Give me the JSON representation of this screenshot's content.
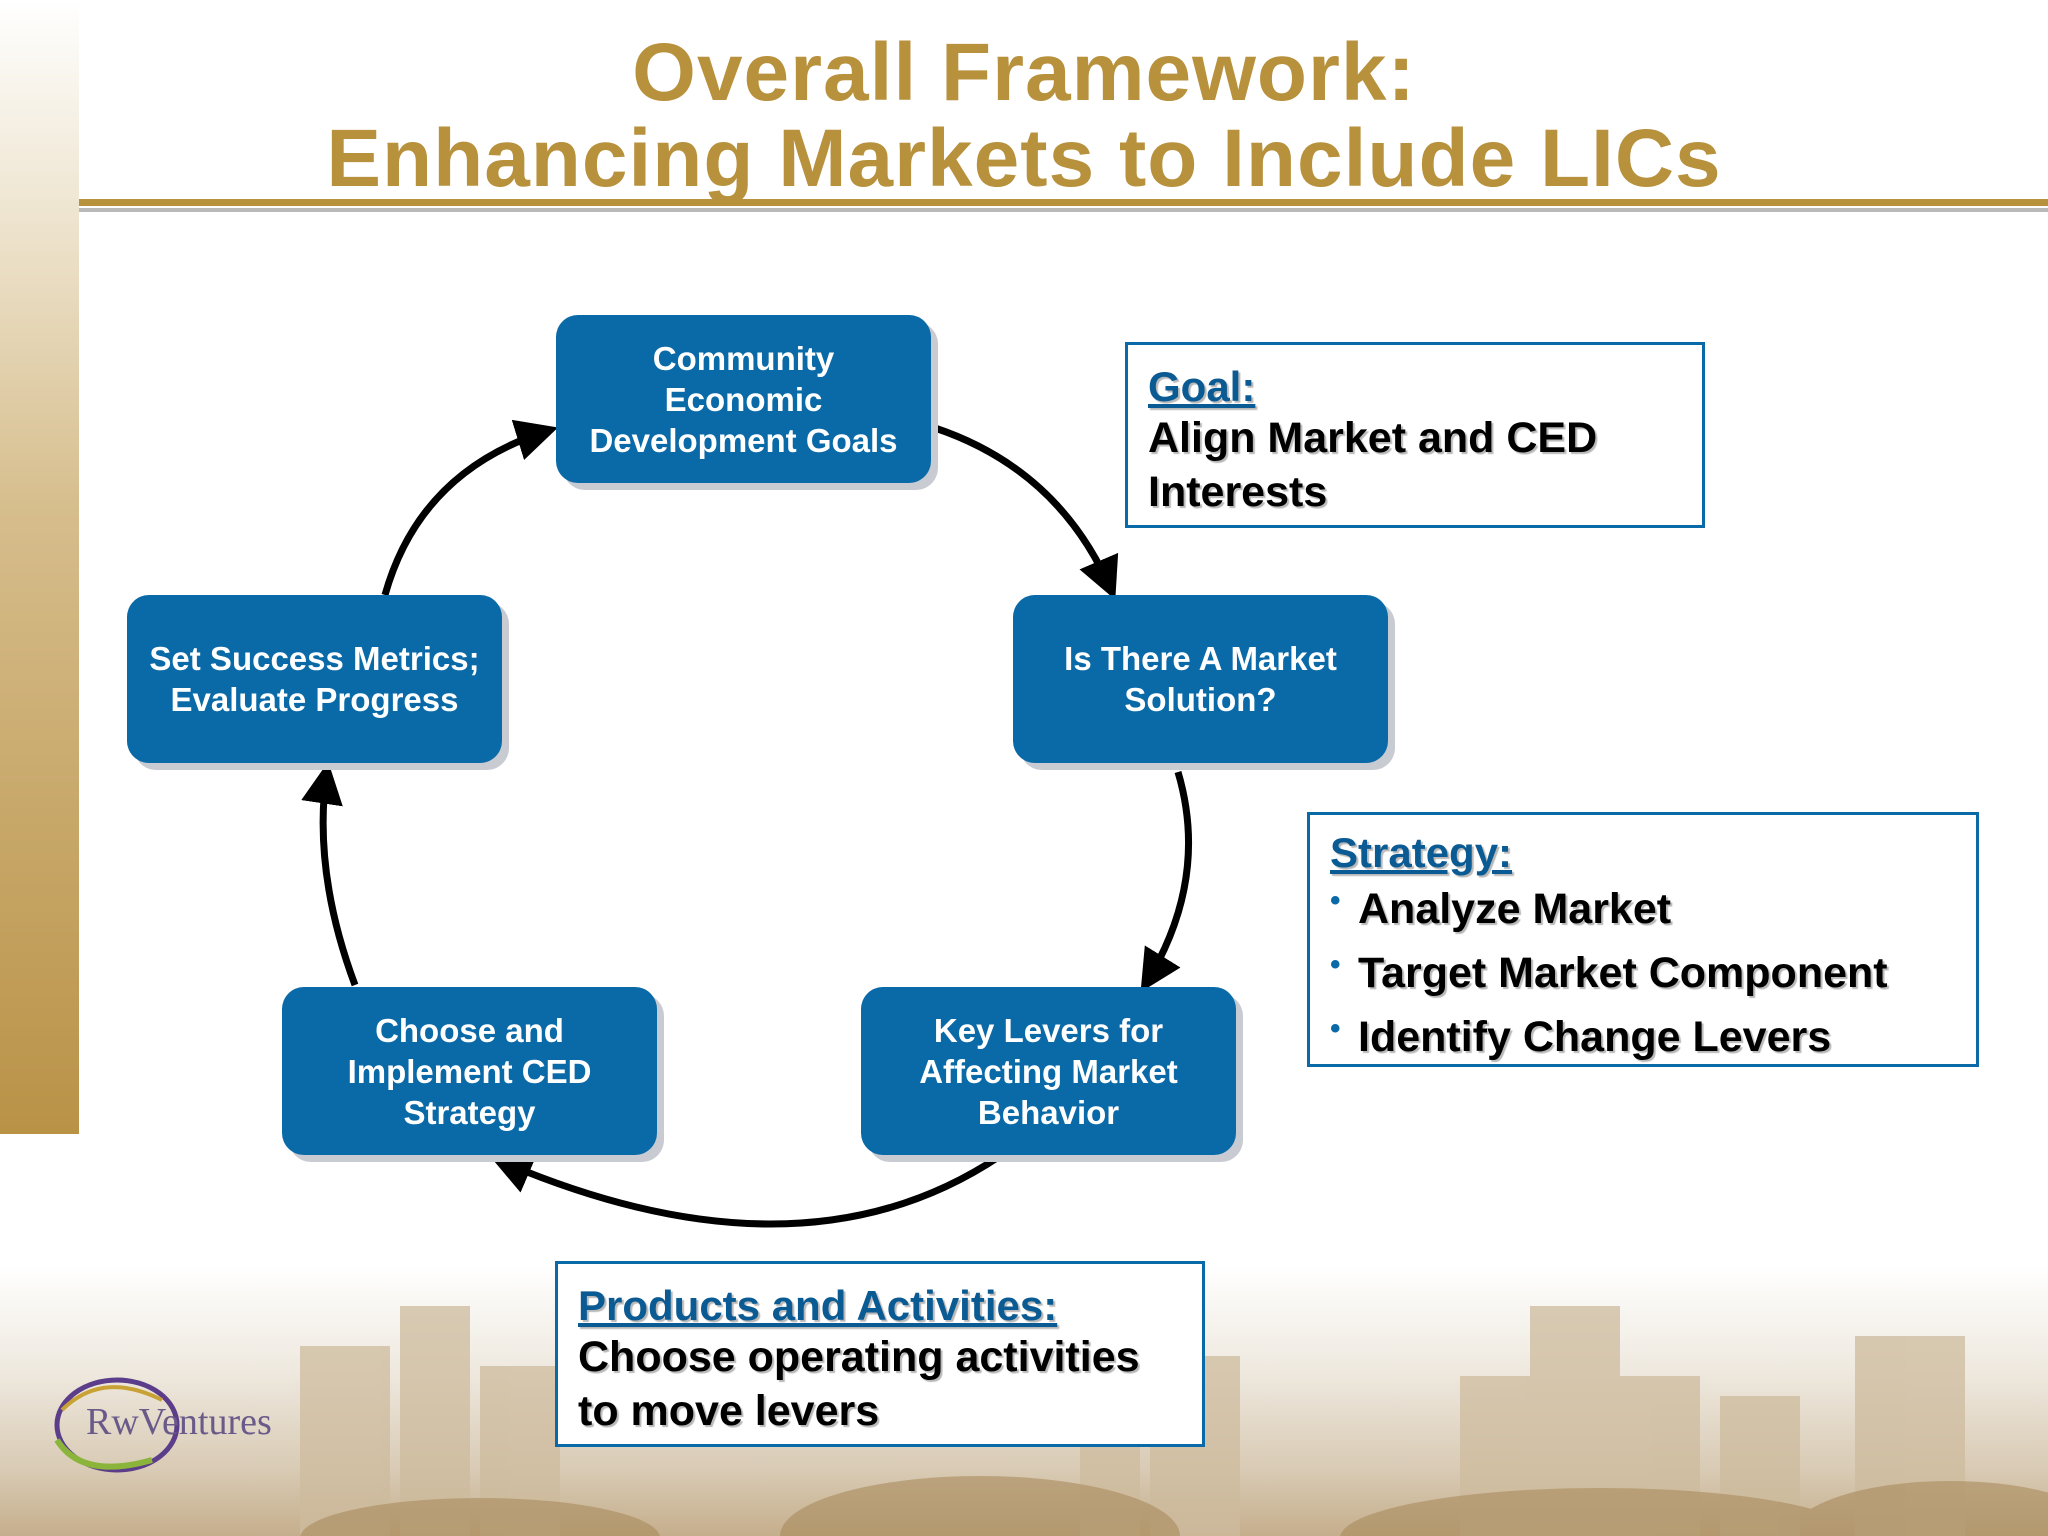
{
  "title": {
    "line1": "Overall Framework:",
    "line2": "Enhancing Markets to Include LICs"
  },
  "cycle": {
    "nodes": [
      {
        "id": "top",
        "label": "Community Economic Development Goals"
      },
      {
        "id": "right",
        "label": "Is There A Market Solution?"
      },
      {
        "id": "bottom-right",
        "label": "Key Levers for Affecting Market Behavior"
      },
      {
        "id": "bottom-left",
        "label": "Choose and Implement CED Strategy"
      },
      {
        "id": "left",
        "label": "Set Success Metrics; Evaluate Progress"
      }
    ]
  },
  "goal": {
    "heading": "Goal:",
    "text": "Align Market and CED Interests"
  },
  "strategy": {
    "heading": "Strategy:",
    "items": [
      "Analyze Market",
      "Target Market Component",
      "Identify Change Levers"
    ]
  },
  "products": {
    "heading": "Products and Activities:",
    "text": "Choose operating activities to move levers"
  },
  "logo": {
    "text": "RwVentures"
  },
  "colors": {
    "title_gold": "#b8913d",
    "node_blue": "#0a6aa8",
    "heading_blue": "#0a5a93"
  }
}
